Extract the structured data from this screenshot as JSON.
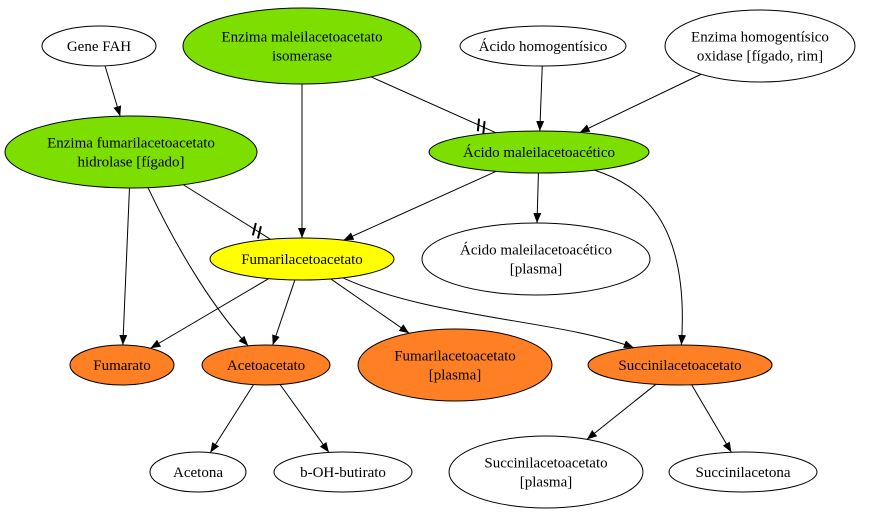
{
  "colors": {
    "green": "#7ddf00",
    "yellow": "#ffff00",
    "orange": "#ff7f24",
    "white": "#ffffff"
  },
  "nodes": [
    {
      "id": "gene_fah",
      "lines": [
        "Gene FAH"
      ],
      "fill": "white"
    },
    {
      "id": "mai",
      "lines": [
        "Enzima maleilacetoacetato",
        "isomerase"
      ],
      "fill": "green"
    },
    {
      "id": "hga",
      "lines": [
        "Ácido homogentísico"
      ],
      "fill": "white"
    },
    {
      "id": "hgd",
      "lines": [
        "Enzima homogentísico",
        "oxidase [fígado, rim]"
      ],
      "fill": "white"
    },
    {
      "id": "fah",
      "lines": [
        "Enzima fumarilacetoacetato",
        "hidrolase [fígado]"
      ],
      "fill": "green"
    },
    {
      "id": "maa",
      "lines": [
        "Ácido maleilacetoacético"
      ],
      "fill": "green"
    },
    {
      "id": "faa",
      "lines": [
        "Fumarilacetoacetato"
      ],
      "fill": "yellow"
    },
    {
      "id": "maa_plasma",
      "lines": [
        "Ácido maleilacetoacético",
        "[plasma]"
      ],
      "fill": "white"
    },
    {
      "id": "fumarato",
      "lines": [
        "Fumarato"
      ],
      "fill": "orange"
    },
    {
      "id": "acetoacetato",
      "lines": [
        "Acetoacetato"
      ],
      "fill": "orange"
    },
    {
      "id": "faa_plasma",
      "lines": [
        "Fumarilacetoacetato",
        "[plasma]"
      ],
      "fill": "orange"
    },
    {
      "id": "saa",
      "lines": [
        "Succinilacetoacetato"
      ],
      "fill": "orange"
    },
    {
      "id": "acetona",
      "lines": [
        "Acetona"
      ],
      "fill": "white"
    },
    {
      "id": "bohb",
      "lines": [
        "b-OH-butirato"
      ],
      "fill": "white"
    },
    {
      "id": "saa_plasma",
      "lines": [
        "Succinilacetoacetato",
        "[plasma]"
      ],
      "fill": "white"
    },
    {
      "id": "sa",
      "lines": [
        "Succinilacetona"
      ],
      "fill": "white"
    }
  ],
  "edges": [
    {
      "from": "gene_fah",
      "to": "fah",
      "kind": "activates"
    },
    {
      "from": "mai",
      "to": "faa",
      "kind": "activates"
    },
    {
      "from": "mai",
      "to": "maa",
      "kind": "blocked"
    },
    {
      "from": "hga",
      "to": "maa",
      "kind": "activates"
    },
    {
      "from": "hgd",
      "to": "maa",
      "kind": "activates"
    },
    {
      "from": "fah",
      "to": "faa",
      "kind": "blocked"
    },
    {
      "from": "fah",
      "to": "fumarato",
      "kind": "activates"
    },
    {
      "from": "fah",
      "to": "acetoacetato",
      "kind": "activates"
    },
    {
      "from": "maa",
      "to": "faa",
      "kind": "activates"
    },
    {
      "from": "maa",
      "to": "maa_plasma",
      "kind": "activates"
    },
    {
      "from": "maa",
      "to": "saa",
      "kind": "activates"
    },
    {
      "from": "faa",
      "to": "fumarato",
      "kind": "activates"
    },
    {
      "from": "faa",
      "to": "acetoacetato",
      "kind": "activates"
    },
    {
      "from": "faa",
      "to": "faa_plasma",
      "kind": "activates"
    },
    {
      "from": "faa",
      "to": "saa",
      "kind": "activates"
    },
    {
      "from": "acetoacetato",
      "to": "acetona",
      "kind": "activates"
    },
    {
      "from": "acetoacetato",
      "to": "bohb",
      "kind": "activates"
    },
    {
      "from": "saa",
      "to": "saa_plasma",
      "kind": "activates"
    },
    {
      "from": "saa",
      "to": "sa",
      "kind": "activates"
    }
  ]
}
